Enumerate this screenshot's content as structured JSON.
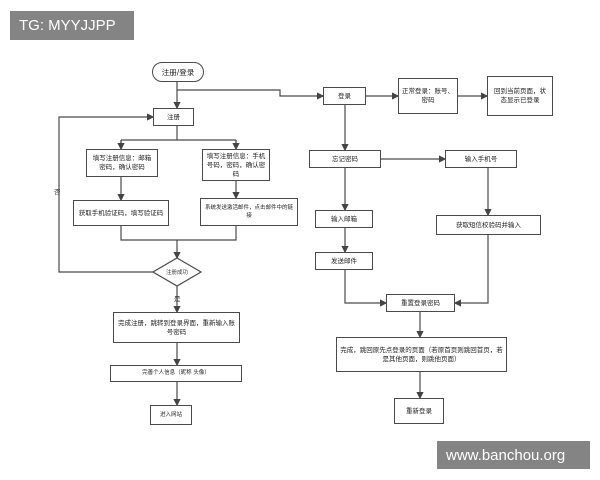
{
  "nodes": {
    "start": "注册/登录",
    "register": "注册",
    "reg_email": "填写注册信息：邮箱密码，确认密码",
    "reg_phone": "填写注册信息：手机号码，密码，确认密码",
    "get_code": "获取手机验证码，填写验证码",
    "send_mail": "系统发送激活邮件，点击邮件中的链接",
    "reg_success": "注册成功",
    "done_register": "完成注册，跳转到登录界面，重新输入账号密码",
    "complete_profile": "完善个人信息（昵称 头像）",
    "enter_site": "进入网站",
    "login": "登录",
    "normal_login": "正常登录：账号、密码",
    "back_page": "回到当前页面，状态显示已登录",
    "forgot": "忘记密码",
    "enter_phone": "输入手机号",
    "enter_email": "输入邮箱",
    "get_sms": "获取短信校验码并输入",
    "send_email": "发送邮件",
    "reset_pwd": "重置登录密码",
    "done_reset": "完成，跳回原先点登录的页面（若原首页则跳回首页，若是其他页面，则跳他页面）",
    "relogin": "重新登录"
  },
  "edge_labels": {
    "no": "否",
    "yes": "是"
  },
  "watermarks": {
    "top": "TG: MYYJJPP",
    "bottom": "www.banchou.org"
  }
}
